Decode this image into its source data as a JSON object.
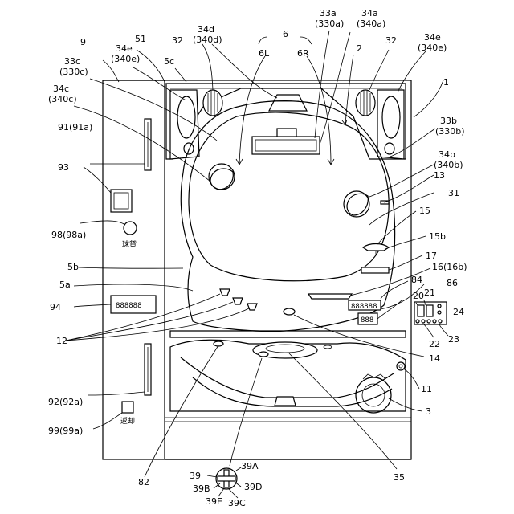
{
  "ref": {
    "r1": "1",
    "r2": "2",
    "r3": "3",
    "r5a": "5a",
    "r5b": "5b",
    "r5c": "5c",
    "r6": "6",
    "r6L": "6L",
    "r6R": "6R",
    "r9": "9",
    "r11": "11",
    "r12": "12",
    "r13": "13",
    "r14": "14",
    "r15": "15",
    "r15b": "15b",
    "r16": "16(16b)",
    "r17": "17",
    "r20": "20",
    "r21": "21",
    "r22": "22",
    "r23": "23",
    "r24": "24",
    "r31": "31",
    "r32a": "32",
    "r32b": "32",
    "r33a": "33a",
    "r330a": "(330a)",
    "r33b": "33b",
    "r330b": "(330b)",
    "r33c": "33c",
    "r330c": "(330c)",
    "r34a": "34a",
    "r340a": "(340a)",
    "r34b": "34b",
    "r340b": "(340b)",
    "r34c": "34c",
    "r340c": "(340c)",
    "r34d": "34d",
    "r340d": "(340d)",
    "r34eL": "34e",
    "r340eL": "(340e)",
    "r34eR": "34e",
    "r340eR": "(340e)",
    "r35": "35",
    "r39": "39",
    "r39A": "39A",
    "r39B": "39B",
    "r39C": "39C",
    "r39D": "39D",
    "r39E": "39E",
    "r51": "51",
    "r82": "82",
    "r84": "84",
    "r86": "86",
    "r91": "91(91a)",
    "r92": "92(92a)",
    "r93": "93",
    "r94": "94",
    "r98": "98(98a)",
    "r99": "99(99a)"
  },
  "panel": {
    "lend_label": "球貸",
    "return_label": "返却"
  },
  "display": {
    "counter": "888888",
    "small_counter": "888"
  }
}
